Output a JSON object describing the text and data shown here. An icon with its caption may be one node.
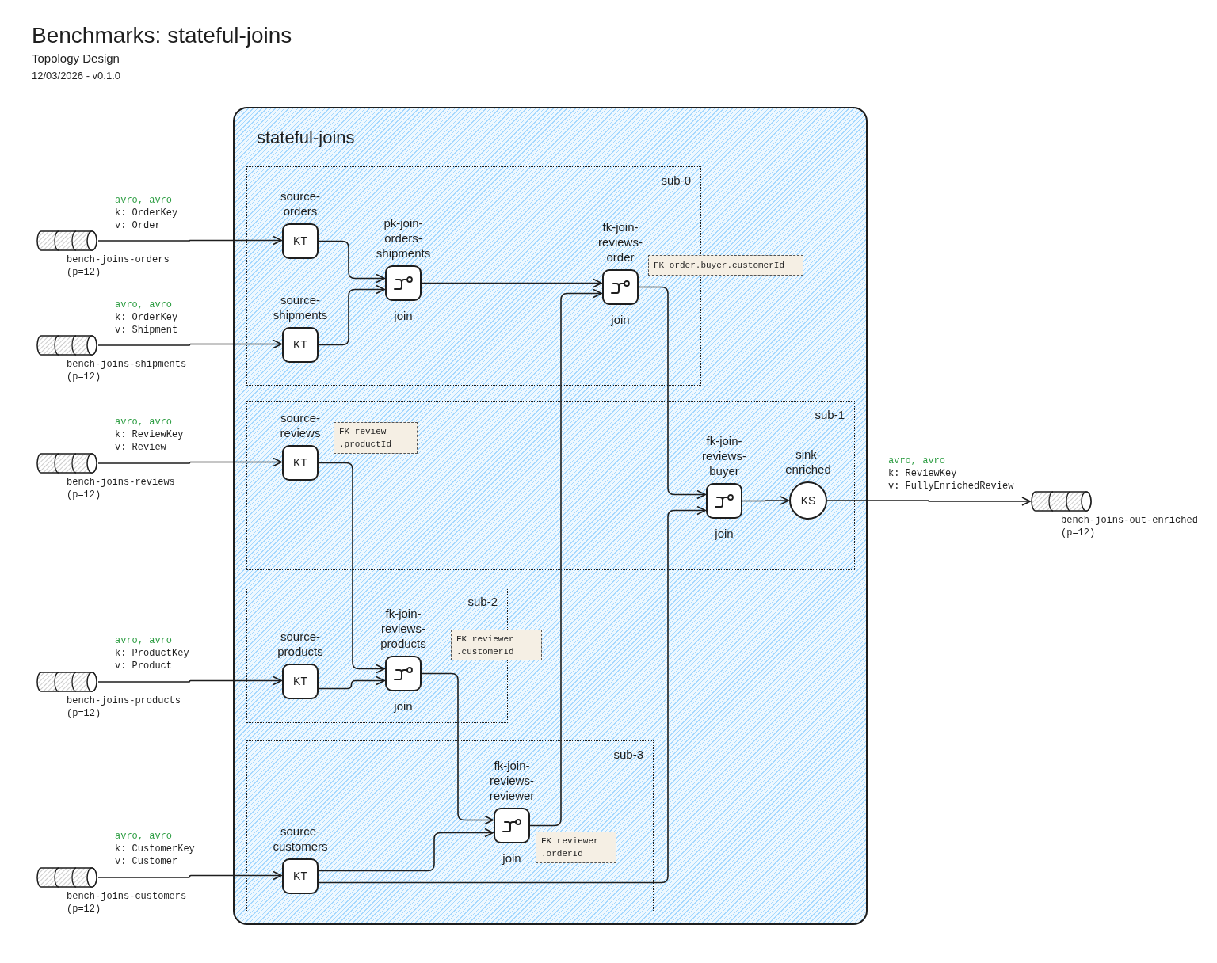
{
  "diagram": {
    "title": "Benchmarks: stateful-joins",
    "nodes": [
      {
        "text": [
          "stateful-joins"
        ]
      },
      {
        "text": [
          "sub-0"
        ],
        "in": 0
      },
      {
        "text": [
          "source-orders",
          "KT"
        ],
        "in": 1
      },
      {
        "text": [
          "source-shipments",
          "KT"
        ],
        "in": 1
      },
      {
        "text": [
          "pk-join-orders-shipments",
          "join"
        ],
        "in": 1
      },
      {
        "text": [
          "fk-join-reviews-order",
          "join"
        ],
        "in": 1
      },
      {
        "text": [
          "FK order.buyer.customerId"
        ],
        "in": 0
      },
      {
        "text": [
          "sub-1"
        ],
        "in": 0
      },
      {
        "text": [
          "source-reviews",
          "KT"
        ],
        "in": 7
      },
      {
        "text": [
          "FK review .productId"
        ],
        "in": 7
      },
      {
        "text": [
          "fk-join-reviews-buyer",
          "join"
        ],
        "in": 7
      },
      {
        "text": [
          "sink-enriched",
          "KS"
        ],
        "in": 7
      },
      {
        "text": [
          "sub-2"
        ],
        "in": 0
      },
      {
        "text": [
          "source-products",
          "KT"
        ],
        "in": 12
      },
      {
        "text": [
          "fk-join-reviews-products",
          "join"
        ],
        "in": 12
      },
      {
        "text": [
          "FK reviewer .customerId"
        ],
        "in": 0
      },
      {
        "text": [
          "sub-3"
        ],
        "in": 0
      },
      {
        "text": [
          "fk-join-reviews-reviewer",
          "join"
        ],
        "in": 16
      },
      {
        "text": [
          "FK reviewer .orderId"
        ],
        "in": 16
      },
      {
        "text": [
          "source-customers",
          "KT"
        ],
        "in": 16
      },
      {
        "text": [
          "bench-joins-orders (p=12)"
        ]
      },
      {
        "text": [
          "bench-joins-shipments (p=12)"
        ]
      },
      {
        "text": [
          "bench-joins-reviews (p=12)"
        ]
      },
      {
        "text": [
          "bench-joins-products (p=12)"
        ]
      },
      {
        "text": [
          "bench-joins-customers (p=12)"
        ]
      },
      {
        "text": [
          "bench-joins-out-enriched (p=12)"
        ]
      }
    ],
    "edges": [
      {
        "from": 20,
        "to": 2,
        "arrow": "to"
      },
      {
        "from": 21,
        "to": 3,
        "arrow": "to"
      },
      {
        "from": 22,
        "to": 8,
        "arrow": "to"
      },
      {
        "from": 23,
        "to": 13,
        "arrow": "to"
      },
      {
        "from": 24,
        "to": 19,
        "arrow": "to"
      },
      {
        "from": 2,
        "to": 4,
        "arrow": "to"
      },
      {
        "from": 3,
        "to": 4,
        "arrow": "to"
      },
      {
        "from": 4,
        "to": 5,
        "arrow": "to"
      },
      {
        "from": 8,
        "to": 14,
        "arrow": "to"
      },
      {
        "from": 13,
        "to": 14,
        "arrow": "to"
      },
      {
        "from": 14,
        "to": 17,
        "arrow": "to"
      },
      {
        "from": 19,
        "to": 17,
        "arrow": "to"
      },
      {
        "from": 17,
        "to": 5,
        "arrow": "to"
      },
      {
        "from": 5,
        "to": 10,
        "arrow": "to"
      },
      {
        "from": 19,
        "to": 10,
        "arrow": "to"
      },
      {
        "from": 10,
        "to": 11,
        "arrow": "to"
      },
      {
        "from": 11,
        "to": 25,
        "arrow": "to"
      }
    ],
    "labels": [
      "Topology Design",
      "12/03/2026 - v0.1.0",
      "avro, avro",
      "k: OrderKey",
      "v: Order",
      "avro, avro",
      "k: OrderKey",
      "v: Shipment",
      "avro, avro",
      "k: ReviewKey",
      "v: Review",
      "avro, avro",
      "k: ProductKey",
      "v: Product",
      "avro, avro",
      "k: CustomerKey",
      "v: Customer",
      "avro, avro",
      "k: ReviewKey",
      "v: FullyEnrichedReview"
    ]
  }
}
